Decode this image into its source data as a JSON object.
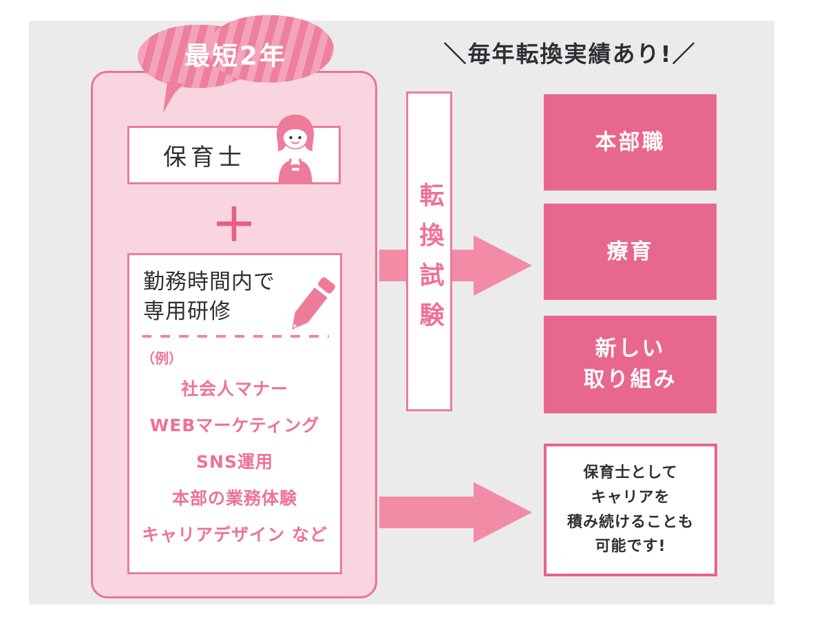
{
  "badge": {
    "label": "最短2年"
  },
  "header": {
    "banner": "＼毎年転換実績あり!／"
  },
  "left_panel": {
    "role_box": {
      "label": "保育士",
      "icon": "nursery-teacher-icon"
    },
    "plus": "＋",
    "training_box": {
      "title_line1": "勤務時間内で",
      "title_line2": "専用研修",
      "icon": "pencil-icon",
      "example_label": "（例）",
      "items": [
        "社会人マナー",
        "WEBマーケティング",
        "SNS運用",
        "本部の業務体験",
        "キャリアデザイン など"
      ]
    }
  },
  "exam_box": {
    "label": "転換試験"
  },
  "outcomes": [
    {
      "lines": [
        "本部職"
      ]
    },
    {
      "lines": [
        "療育"
      ]
    },
    {
      "lines": [
        "新しい",
        "取り組み"
      ]
    }
  ],
  "note_box": {
    "lines": [
      "保育士として",
      "キャリアを",
      "積み続けることも",
      "可能です!"
    ]
  },
  "colors": {
    "canvas_bg": "#ebebec",
    "panel_fill": "#f9d6df",
    "panel_border": "#ea7495",
    "solid_box": "#e8688d",
    "arrow": "#f28ba6",
    "pink_text": "#ee7294",
    "dark_text": "#2f2f33",
    "stripe_a": "#ee7f9d",
    "stripe_b": "#f3a4ba"
  }
}
